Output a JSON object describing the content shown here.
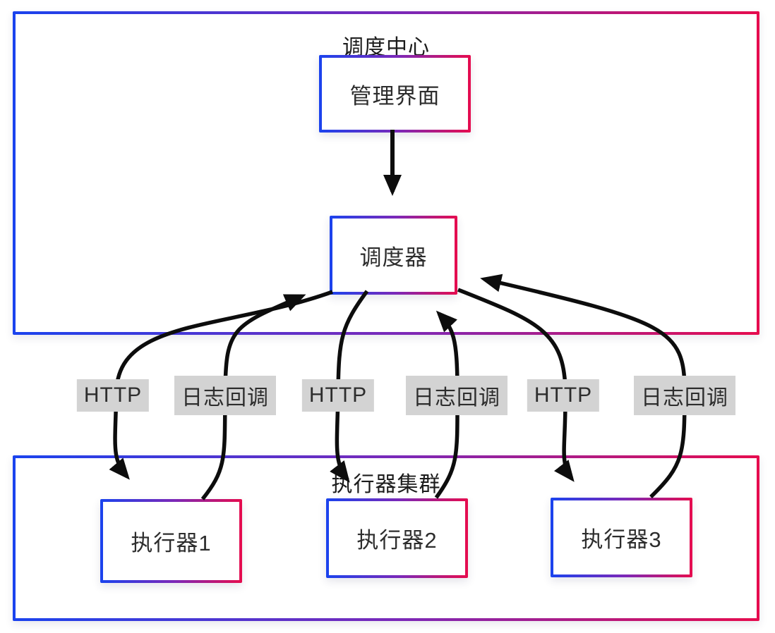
{
  "diagram": {
    "groups": {
      "scheduling_center": {
        "title": "调度中心"
      },
      "executor_cluster": {
        "title": "执行器集群"
      }
    },
    "nodes": {
      "admin_ui": {
        "label": "管理界面"
      },
      "scheduler": {
        "label": "调度器"
      },
      "executor1": {
        "label": "执行器1"
      },
      "executor2": {
        "label": "执行器2"
      },
      "executor3": {
        "label": "执行器3"
      }
    },
    "edges": [
      {
        "from": "管理界面",
        "to": "调度器",
        "label": ""
      },
      {
        "from": "调度器",
        "to": "执行器1",
        "label": "HTTP"
      },
      {
        "from": "执行器1",
        "to": "调度器",
        "label": "日志回调"
      },
      {
        "from": "调度器",
        "to": "执行器2",
        "label": "HTTP"
      },
      {
        "from": "执行器2",
        "to": "调度器",
        "label": "日志回调"
      },
      {
        "from": "调度器",
        "to": "执行器3",
        "label": "HTTP"
      },
      {
        "from": "执行器3",
        "to": "调度器",
        "label": "日志回调"
      }
    ],
    "colors": {
      "border_gradient_start": "#1a43ee",
      "border_gradient_mid": "#7b28b8",
      "border_gradient_end": "#e60c4e",
      "edge_label_bg": "#d3d3d3",
      "arrow": "#0d0d0d",
      "text": "#2d2d2d",
      "background": "#ffffff"
    }
  }
}
